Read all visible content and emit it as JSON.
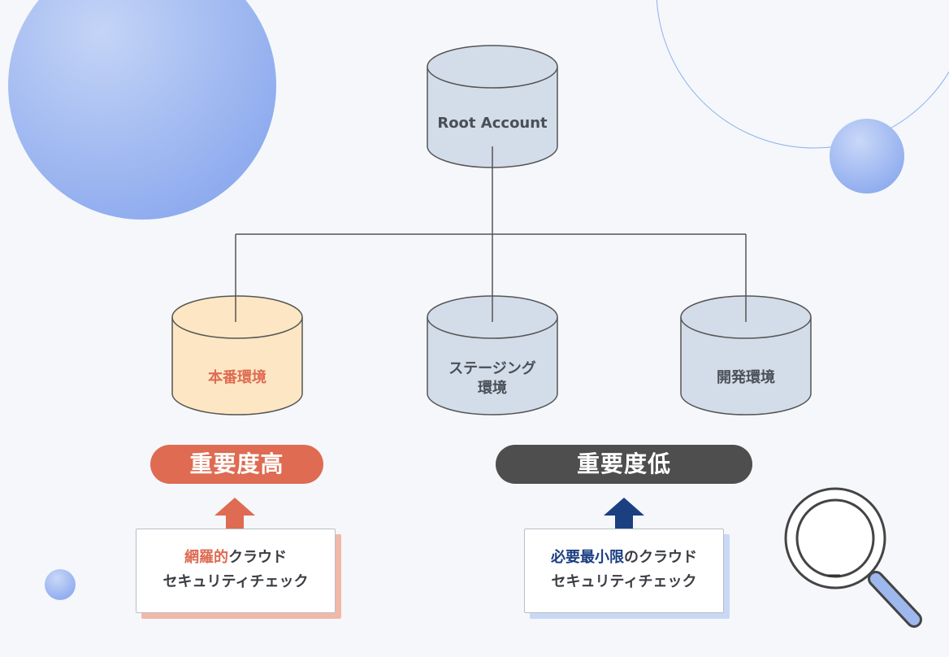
{
  "root": {
    "label": "Root Account"
  },
  "environments": [
    {
      "id": "prod",
      "lines": [
        "本番環境"
      ],
      "fill": "#fde6c3",
      "text_color": "#de6b52"
    },
    {
      "id": "staging",
      "lines": [
        "ステージング",
        "環境"
      ],
      "fill": "#d3dde9",
      "text_color": "#4a4f57"
    },
    {
      "id": "dev",
      "lines": [
        "開発環境"
      ],
      "fill": "#d3dde9",
      "text_color": "#4a4f57"
    }
  ],
  "importance": {
    "high": {
      "label": "重要度高",
      "color": "#de6b52"
    },
    "low": {
      "label": "重要度低",
      "color": "#4e4e4e"
    }
  },
  "checks": {
    "left": {
      "highlight": "網羅的",
      "line1_rest": "クラウド",
      "line2": "セキュリティチェック",
      "arrow_color": "#de6b52",
      "shadow_color": "#f1b8a8"
    },
    "right": {
      "highlight": "必要最小限",
      "line1_rest": "のクラウド",
      "line2": "セキュリティチェック",
      "arrow_color": "#1c3f82",
      "shadow_color": "#c9d8f5"
    }
  },
  "colors": {
    "background": "#f5f7fb",
    "stroke": "#555555",
    "decor_blue": "#8eaef0"
  },
  "icons": {
    "magnifier": "magnifying-glass-icon"
  }
}
